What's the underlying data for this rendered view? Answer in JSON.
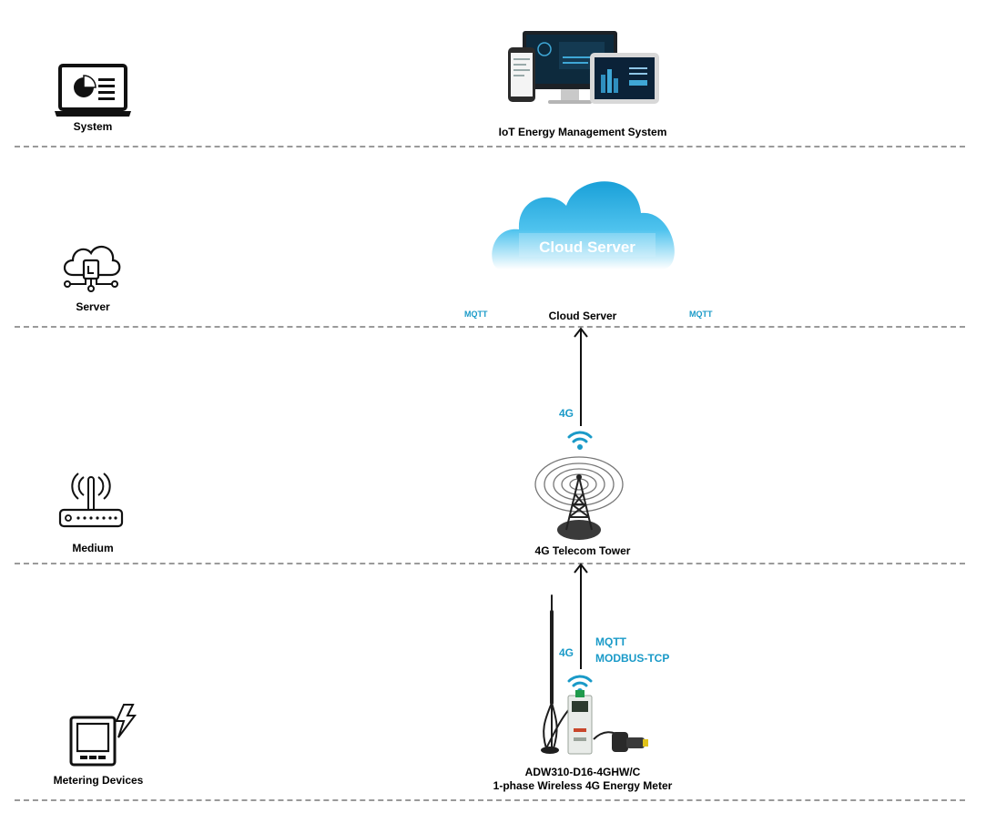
{
  "layers": {
    "system": "System",
    "server": "Server",
    "medium": "Medium",
    "metering": "Metering Devices"
  },
  "nodes": {
    "system_caption": "IoT Energy Management System",
    "cloud_inner_label": "Cloud Server",
    "cloud_caption": "Cloud Server",
    "tower_caption": "4G Telecom Tower",
    "meter_caption_line1": "ADW310-D16-4GHW/C",
    "meter_caption_line2": "1-phase Wireless 4G Energy Meter"
  },
  "protocols": {
    "mqtt_left": "MQTT",
    "mqtt_right": "MQTT",
    "tower_link": "4G",
    "meter_link": "4G",
    "meter_proto_1": "MQTT",
    "meter_proto_2": "MODBUS-TCP"
  },
  "icons": {
    "system": "laptop-chart-icon",
    "server": "cloud-server-icon",
    "medium": "router-icon",
    "metering": "meter-lightning-icon",
    "wifi": "wifi-icon"
  },
  "colors": {
    "accent": "#1a9ac8",
    "divider": "#9a9a9a"
  }
}
